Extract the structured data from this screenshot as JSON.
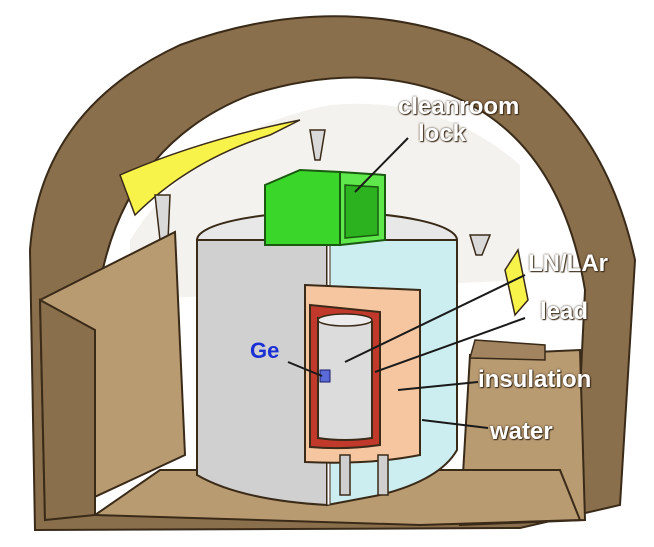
{
  "labels": {
    "cleanroom_line1": "cleanroom",
    "cleanroom_line2": "lock",
    "ln_lar": "LN/LAr",
    "lead": "lead",
    "insulation": "insulation",
    "water": "water",
    "ge": "Ge"
  },
  "colors": {
    "rock": "#8a6f4c",
    "rock_dark": "#5e4a30",
    "cleanroom": "#3ad62a",
    "water": "#cdeef0",
    "lead": "#c0392b",
    "insulation": "#f6c6a0",
    "ln_lar": "#dcdcdc",
    "ge_crystal": "#5a6ad8",
    "yellow_panel": "#f8f34a"
  }
}
